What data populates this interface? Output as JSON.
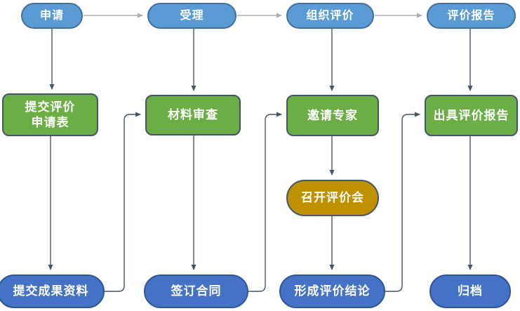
{
  "colors": {
    "stage_fill": "#5B9BD5",
    "stage_border": "#41719C",
    "step_fill": "#6BAE45",
    "dark_border": "#44546A",
    "gold_fill": "#BF9000",
    "end_fill": "#4472C4",
    "end_border": "#2F5597",
    "arrow_light": "#ADADAD",
    "arrow_dark": "#44546A",
    "text": "#FFFFFF"
  },
  "flowchart": {
    "stages": {
      "apply": "申请",
      "accept": "受理",
      "organize_evaluation": "组织评价",
      "evaluation_report": "评价报告"
    },
    "steps": {
      "submit_form_line1": "提交评价",
      "submit_form_line2": "申请表",
      "material_review": "材料审查",
      "invite_experts": "邀请专家",
      "issue_report": "出具评价报告",
      "hold_meeting": "召开评价会",
      "submit_materials": "提交成果资料",
      "sign_contract": "签订合同",
      "form_conclusion": "形成评价结论",
      "archive": "归档"
    }
  }
}
